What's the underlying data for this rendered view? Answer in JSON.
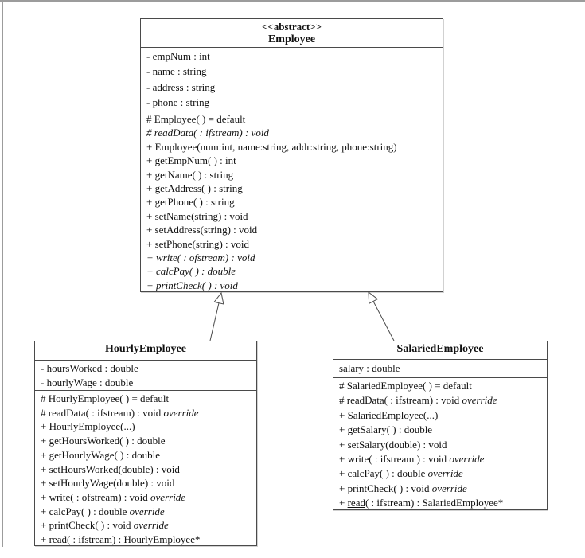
{
  "diagram": {
    "classes": [
      {
        "stereotype": "<<abstract>>",
        "name": "Employee",
        "attributes": [
          [
            [
              "r",
              "- empNum : int"
            ]
          ],
          [
            [
              "r",
              "- name : string"
            ]
          ],
          [
            [
              "r",
              "- address : string"
            ]
          ],
          [
            [
              "r",
              "- phone : string"
            ]
          ]
        ],
        "methods": [
          [
            [
              "r",
              "# Employee( ) = default"
            ]
          ],
          [
            [
              "i",
              "# readData( : ifstream) : void"
            ]
          ],
          [
            [
              "r",
              "+ Employee(num:int, name:string, addr:string, phone:string)"
            ]
          ],
          [
            [
              "r",
              "+ getEmpNum( ) : int"
            ]
          ],
          [
            [
              "r",
              "+ getName( ) : string"
            ]
          ],
          [
            [
              "r",
              "+ getAddress( ) : string"
            ]
          ],
          [
            [
              "r",
              "+ getPhone( ) : string"
            ]
          ],
          [
            [
              "r",
              "+ setName(string) : void"
            ]
          ],
          [
            [
              "r",
              "+ setAddress(string) : void"
            ]
          ],
          [
            [
              "r",
              "+ setPhone(string) : void"
            ]
          ],
          [
            [
              "i",
              "+ write( : ofstream) : void"
            ]
          ],
          [
            [
              "i",
              "+ calcPay( ) : double"
            ]
          ],
          [
            [
              "i",
              "+ printCheck( ) : void"
            ]
          ]
        ]
      },
      {
        "stereotype": "",
        "name": "HourlyEmployee",
        "attributes": [
          [
            [
              "r",
              "- hoursWorked : double"
            ]
          ],
          [
            [
              "r",
              "- hourlyWage : double"
            ]
          ]
        ],
        "methods": [
          [
            [
              "r",
              "# HourlyEmployee( ) = default"
            ]
          ],
          [
            [
              "r",
              "# readData( : ifstream) : void "
            ],
            [
              "i",
              "override"
            ]
          ],
          [
            [
              "r",
              "+ HourlyEmployee(...)"
            ]
          ],
          [
            [
              "r",
              "+ getHoursWorked( ) : double"
            ]
          ],
          [
            [
              "r",
              "+ getHourlyWage( ) : double"
            ]
          ],
          [
            [
              "r",
              "+ setHoursWorked(double) : void"
            ]
          ],
          [
            [
              "r",
              "+ setHourlyWage(double) : void"
            ]
          ],
          [
            [
              "r",
              "+ write( : ofstream) : void "
            ],
            [
              "i",
              "override"
            ]
          ],
          [
            [
              "r",
              "+ calcPay( ) : double "
            ],
            [
              "i",
              "override"
            ]
          ],
          [
            [
              "r",
              "+ printCheck( ) : void "
            ],
            [
              "i",
              "override"
            ]
          ],
          [
            [
              "r",
              "+ "
            ],
            [
              "u",
              "read"
            ],
            [
              "r",
              "( : ifstream) : HourlyEmployee*"
            ]
          ]
        ]
      },
      {
        "stereotype": "",
        "name": "SalariedEmployee",
        "attributes": [
          [
            [
              "r",
              "salary : double"
            ]
          ]
        ],
        "methods": [
          [
            [
              "r",
              "# SalariedEmployee( ) = default"
            ]
          ],
          [
            [
              "r",
              "# readData( : ifstream) : void "
            ],
            [
              "i",
              "override"
            ]
          ],
          [
            [
              "r",
              "+ SalariedEmployee(...)"
            ]
          ],
          [
            [
              "r",
              "+ getSalary( ) : double"
            ]
          ],
          [
            [
              "r",
              "+ setSalary(double) : void"
            ]
          ],
          [
            [
              "r",
              "+ write( : ifstream ) : void "
            ],
            [
              "i",
              "override"
            ]
          ],
          [
            [
              "r",
              "+ calcPay( ) : double "
            ],
            [
              "i",
              "override"
            ]
          ],
          [
            [
              "r",
              "+ printCheck( ) : void "
            ],
            [
              "i",
              "override"
            ]
          ],
          [
            [
              "r",
              "+ "
            ],
            [
              "u",
              "read"
            ],
            [
              "r",
              "( : ifstream) : SalariedEmployee*"
            ]
          ]
        ]
      }
    ],
    "relations": [
      {
        "type": "generalization",
        "from": "HourlyEmployee",
        "to": "Employee"
      },
      {
        "type": "generalization",
        "from": "SalariedEmployee",
        "to": "Employee"
      }
    ],
    "colors": {
      "line": "#4a4a4a",
      "text": "#111111",
      "frame": "#9c9c9c",
      "background": "#ffffff"
    }
  }
}
